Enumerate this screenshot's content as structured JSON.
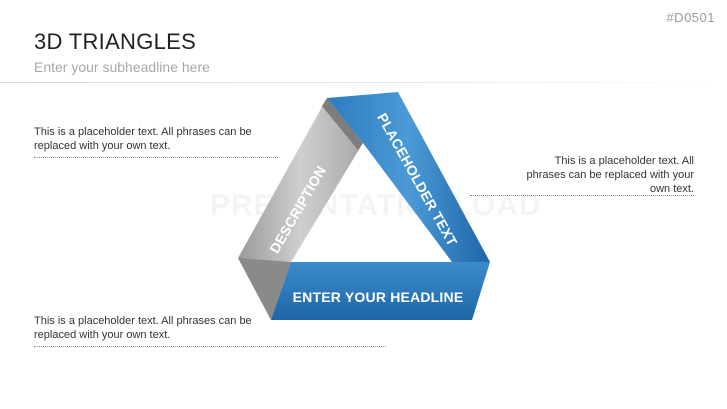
{
  "header": {
    "slide_code": "#D0501",
    "title": "3D TRIANGLES",
    "subtitle": "Enter your subheadline here"
  },
  "notes": {
    "top_left": "This is a placeholder text. All phrases can be replaced with your own text.",
    "right": "This is a placeholder text. All phrases can be replaced with your own text.",
    "bottom_left": "This is a placeholder text. All phrases can be replaced with your own text."
  },
  "diagram": {
    "left_band": "DESCRIPTION",
    "right_band": "PLACEHOLDER TEXT",
    "bottom_band": "ENTER YOUR HEADLINE",
    "colors": {
      "blue_dark": "#1b5e9c",
      "blue_mid": "#2f7fc2",
      "blue_light": "#4a9ad6",
      "gray_dark": "#8c8c8c",
      "gray_light": "#c9c9c9"
    }
  },
  "watermark": "PRESENTATIONLOAD"
}
